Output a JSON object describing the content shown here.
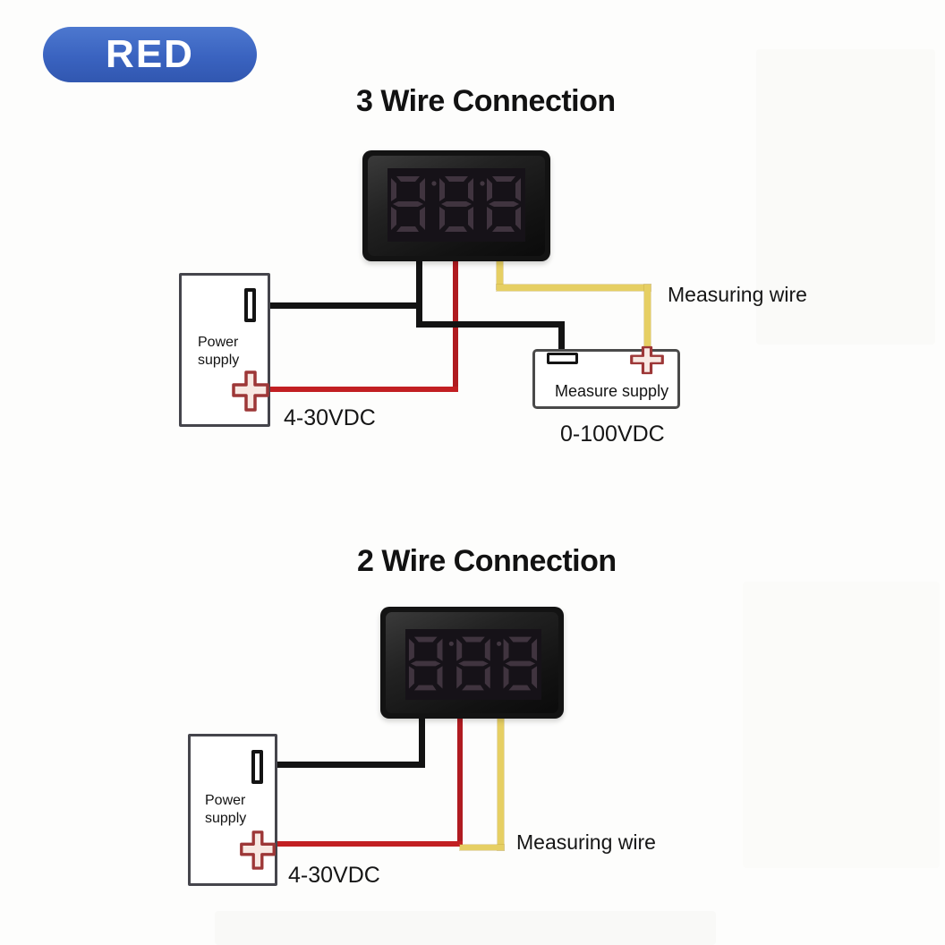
{
  "badge": {
    "label": "RED"
  },
  "colors": {
    "badge_blue": "#3a63c0",
    "wire_black": "#131313",
    "wire_red": "#b01b20",
    "wire_yellow": "#e6cf63",
    "terminal_outline_red": "#9d3737",
    "display_background": "#161218",
    "display_segment": "#5c4c5a"
  },
  "sections": [
    {
      "title": "3 Wire Connection",
      "voltmeter": {
        "display_digits": "888",
        "state": "off"
      },
      "power_supply": {
        "label": "Power supply",
        "voltage": "4-30VDC"
      },
      "measure_supply": {
        "label": "Measure supply",
        "voltage": "0-100VDC"
      },
      "measuring_wire_label": "Measuring wire",
      "wires": [
        {
          "name": "power-negative",
          "color": "black"
        },
        {
          "name": "power-positive",
          "color": "red"
        },
        {
          "name": "measure-negative",
          "color": "black"
        },
        {
          "name": "measuring",
          "color": "yellow"
        }
      ]
    },
    {
      "title": "2 Wire Connection",
      "voltmeter": {
        "display_digits": "888",
        "state": "off"
      },
      "power_supply": {
        "label": "Power supply",
        "voltage": "4-30VDC"
      },
      "measuring_wire_label": "Measuring wire",
      "wires": [
        {
          "name": "power-negative",
          "color": "black"
        },
        {
          "name": "power-positive",
          "color": "red"
        },
        {
          "name": "measuring",
          "color": "yellow"
        }
      ]
    }
  ]
}
